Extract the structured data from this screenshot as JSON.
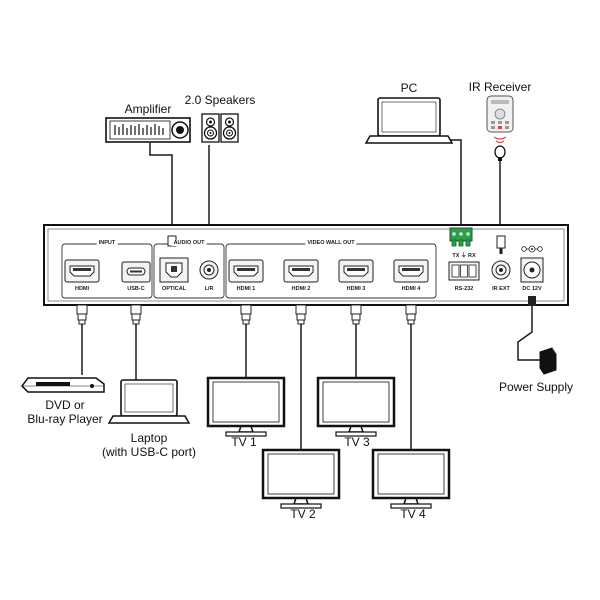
{
  "devices": {
    "amplifier": "Amplifier",
    "speakers": "2.0 Speakers",
    "pc": "PC",
    "ir_receiver": "IR Receiver",
    "power_supply": "Power Supply",
    "dvd_line1": "DVD or",
    "dvd_line2": "Blu-ray Player",
    "laptop_line1": "Laptop",
    "laptop_line2": "(with USB-C port)",
    "tv1": "TV 1",
    "tv2": "TV 2",
    "tv3": "TV 3",
    "tv4": "TV 4"
  },
  "panel": {
    "section_input": "INPUT",
    "section_audio": "AUDIO OUT",
    "section_video": "VIDEO WALL OUT",
    "port_hdmi": "HDMI",
    "port_usbc": "USB-C",
    "port_optical": "OPTICAL",
    "port_lr": "L/R",
    "port_hdmi1": "HDMI 1",
    "port_hdmi2": "HDMI 2",
    "port_hdmi3": "HDMI 3",
    "port_hdmi4": "HDMI 4",
    "port_rs232": "RS-232",
    "port_irext": "IR EXT",
    "port_dc": "DC 12V",
    "rs232_pins": "TX ⏚ RX"
  },
  "colors": {
    "line": "#1a1a1a",
    "terminal_green": "#2e9e4a",
    "panel_fill": "#ffffff",
    "port_fill": "#f2f2f2"
  }
}
